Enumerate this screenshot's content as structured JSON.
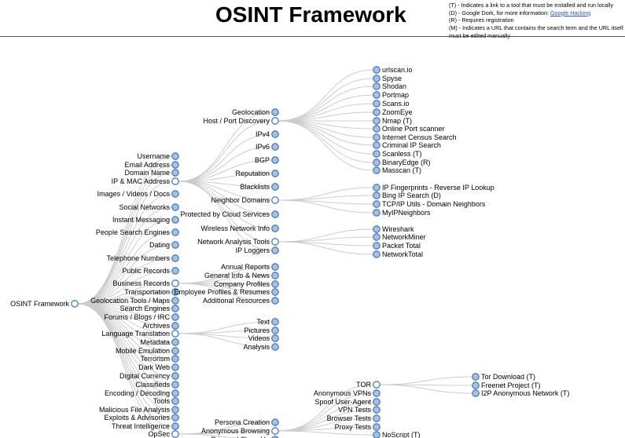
{
  "title": "OSINT Framework",
  "legend": {
    "line_t": "(T) - Indicates a link to a tool that must be installed and run locally",
    "line_d_prefix": "(D) - Google Dork, for more information: ",
    "line_d_link": "Google Hacking",
    "line_r": "(R) - Requires registration",
    "line_m": "(M) - Indicates a URL that contains the search term and the URL itself must be edited manually"
  },
  "colors": {
    "collapsed_fill": "#aac0e0",
    "node_stroke": "#4a7bb7",
    "expanded_fill": "#ffffff",
    "link": "#cccccc"
  },
  "tree": {
    "root": "OSINT Framework",
    "level1": [
      "Username",
      "Email Address",
      "Domain Name",
      "IP & MAC Address",
      "Images / Videos / Docs",
      "Social Networks",
      "Instant Messaging",
      "People Search Engines",
      "Dating",
      "Telephone Numbers",
      "Public Records",
      "Business Records",
      "Transportation",
      "Geolocation Tools / Maps",
      "Search Engines",
      "Forums / Blogs / IRC",
      "Archives",
      "Language Translation",
      "Metadata",
      "Mobile Emulation",
      "Terrorism",
      "Dark Web",
      "Digital Currency",
      "Classifieds",
      "Encoding / Decoding",
      "Tools",
      "Malicious File Analysis",
      "Exploits & Advisories",
      "Threat Intelligence",
      "OpSec"
    ],
    "ip_children": [
      "Geolocation",
      "Host / Port Discovery",
      "IPv4",
      "IPv6",
      "BGP",
      "Reputation",
      "Blacklists",
      "Neighbor Domains",
      "Protected by Cloud Services",
      "Wireless Network Info",
      "Network Analysis Tools",
      "IP Loggers"
    ],
    "host_port_children": [
      "urlscan.io",
      "Spyse",
      "Shodan",
      "Portmap",
      "Scans.io",
      "ZoomEye",
      "Nmap (T)",
      "Online Port scanner",
      "Internet Census Search",
      "Criminal IP Search",
      "Scanless (T)",
      "BinaryEdge (R)",
      "Masscan (T)"
    ],
    "neighbor_children": [
      "IP Fingerprints - Reverse IP Lookup",
      "Bing IP Search (D)",
      "TCP/IP Utils - Domain Neighbors",
      "MyIPNeighbors"
    ],
    "network_analysis_children": [
      "Wireshark",
      "NetworkMiner",
      "Packet Total",
      "NetworkTotal"
    ],
    "business_children": [
      "Annual Reports",
      "General Info & News",
      "Company Profiles",
      "Employee Profiles & Resumes",
      "Additional Resources"
    ],
    "language_children": [
      "Text",
      "Pictures",
      "Videos",
      "Analysis"
    ],
    "opsec_children": [
      "Persona Creation",
      "Anonymous Browsing",
      "Privacy / Clean Up"
    ],
    "anon_children": [
      "TOR",
      "Anonymous VPNs",
      "Spoof User-Agent",
      "VPN Tests",
      "Browser Tests",
      "Proxy Tests",
      "NoScript (T)"
    ],
    "tor_children": [
      "Tor Download (T)",
      "Freenet Project (T)",
      "I2P Anonymous Network (T)"
    ]
  }
}
